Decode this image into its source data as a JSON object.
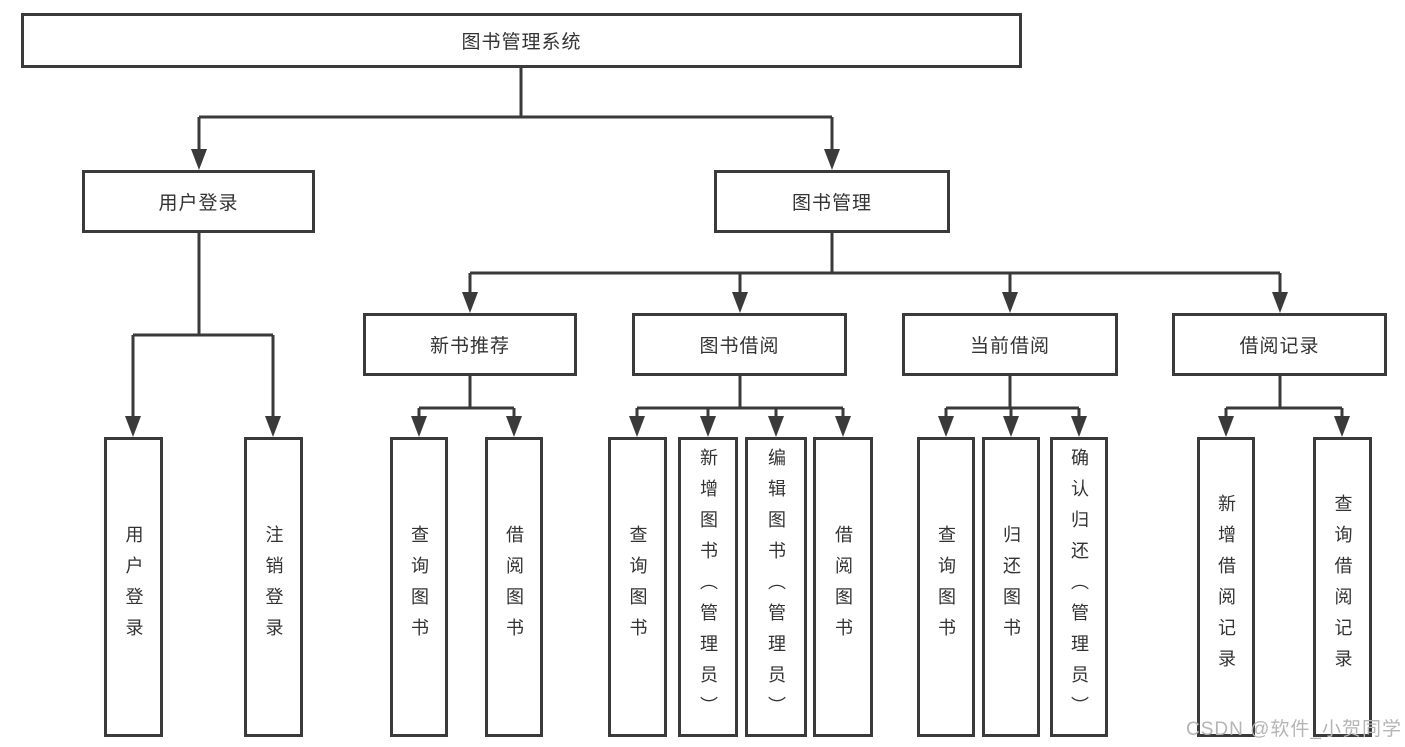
{
  "diagram": {
    "title": "图书管理系统",
    "children": [
      {
        "label": "用户登录",
        "children": [
          {
            "label": "用户登录"
          },
          {
            "label": "注销登录"
          }
        ]
      },
      {
        "label": "图书管理",
        "children": [
          {
            "label": "新书推荐",
            "children": [
              {
                "label": "查询图书"
              },
              {
                "label": "借阅图书"
              }
            ]
          },
          {
            "label": "图书借阅",
            "children": [
              {
                "label": "查询图书"
              },
              {
                "label": "新增图书（管理员）"
              },
              {
                "label": "编辑图书（管理员）"
              },
              {
                "label": "借阅图书"
              }
            ]
          },
          {
            "label": "当前借阅",
            "children": [
              {
                "label": "查询图书"
              },
              {
                "label": "归还图书"
              },
              {
                "label": "确认归还（管理员）"
              }
            ]
          },
          {
            "label": "借阅记录",
            "children": [
              {
                "label": "新增借阅记录"
              },
              {
                "label": "查询借阅记录"
              }
            ]
          }
        ]
      }
    ]
  },
  "watermark": "CSDN @软件_小贺同学",
  "colors": {
    "line": "#3a3a3a",
    "text": "#333333",
    "box_background": "#ffffff",
    "watermark_text": "#b5b5b5"
  }
}
